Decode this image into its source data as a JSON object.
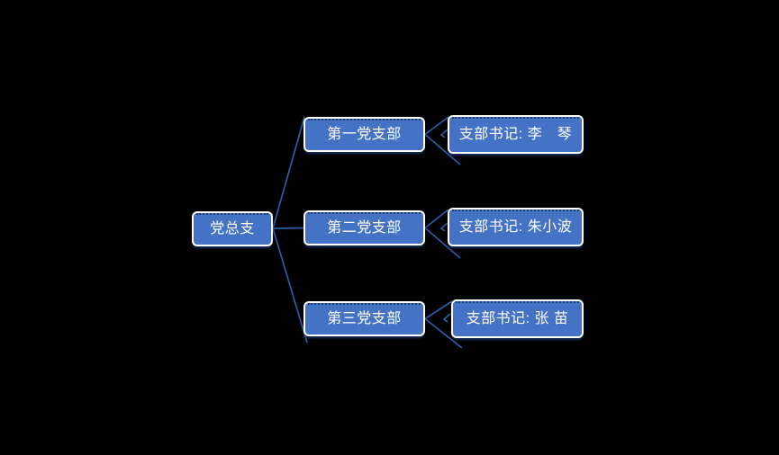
{
  "diagram": {
    "type": "org-chart",
    "colors": {
      "background": "#000000",
      "node_fill": "#4472C4",
      "node_border": "#FFFFFF",
      "node_text": "#FFFFFF",
      "connector": "#2E5BA8"
    },
    "root": {
      "label": "党总支"
    },
    "branches": [
      {
        "label": "第一党支部",
        "secretary": "支部书记: 李　琴"
      },
      {
        "label": "第二党支部",
        "secretary": "支部书记: 朱小波"
      },
      {
        "label": "第三党支部",
        "secretary": "支部书记: 张 苗"
      }
    ]
  }
}
